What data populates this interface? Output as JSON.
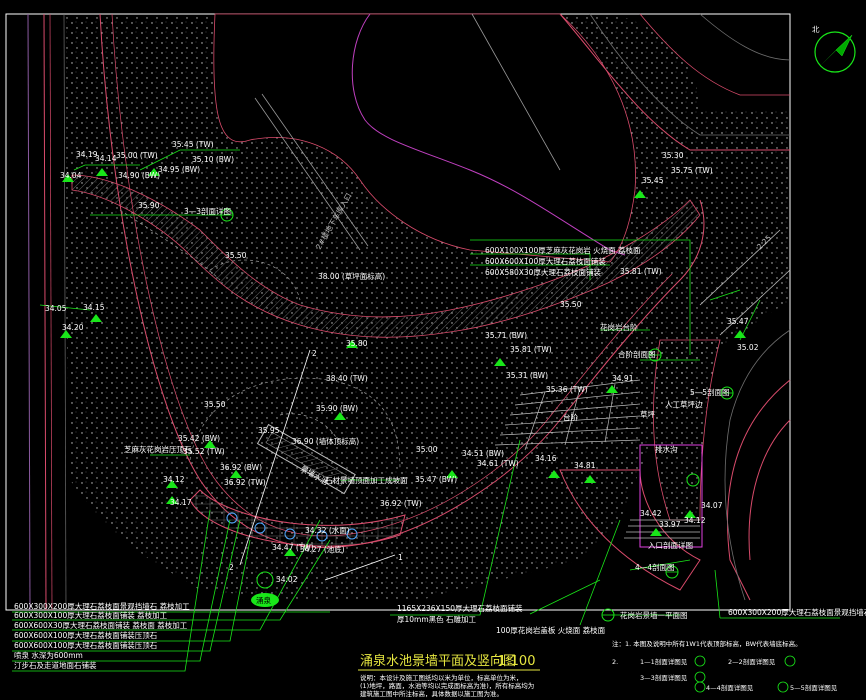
{
  "drawing": {
    "title": "涌泉水池景墙平面及竖向图",
    "scale": "1:100",
    "north": "北",
    "colors": {
      "background": "#000000",
      "frame": "#ffffff",
      "elevation": "#ffffff",
      "leader": "#19e619",
      "path_edge": "#d94b6b",
      "hatch": "#7a7a7a",
      "section": "#c080e0",
      "magenta_box": "#e040e0",
      "grass_dot": "#cfcfcf",
      "water": "#4fa8ff",
      "yellow_text": "#e6e640"
    }
  },
  "elevations": [
    {
      "id": "e1",
      "text": "34.19"
    },
    {
      "id": "e2",
      "text": "34.14"
    },
    {
      "id": "e3",
      "text": "34.04"
    },
    {
      "id": "e4",
      "text": "35.00 (TW)"
    },
    {
      "id": "e5",
      "text": "34.90 (BW)"
    },
    {
      "id": "e6",
      "text": "35.45 (TW)"
    },
    {
      "id": "e7",
      "text": "35.10 (BW)"
    },
    {
      "id": "e8",
      "text": "34.95 (BW)"
    },
    {
      "id": "e9",
      "text": "35.90"
    },
    {
      "id": "e10",
      "text": "35.50"
    },
    {
      "id": "e11",
      "text": "38.00 (草坪面标高)"
    },
    {
      "id": "e12",
      "text": "34.05"
    },
    {
      "id": "e13",
      "text": "34.15"
    },
    {
      "id": "e14",
      "text": "34.20"
    },
    {
      "id": "e15",
      "text": "35.80"
    },
    {
      "id": "e16",
      "text": "38.40 (TW)"
    },
    {
      "id": "e17",
      "text": "35.90 (BW)"
    },
    {
      "id": "e18",
      "text": "35.50"
    },
    {
      "id": "e19",
      "text": "35.95"
    },
    {
      "id": "e20",
      "text": "36.90 (墙体顶标高)"
    },
    {
      "id": "e21",
      "text": "35.42 (BW)"
    },
    {
      "id": "e22",
      "text": "35.52 (TW)"
    },
    {
      "id": "e23",
      "text": "36.92 (BW)"
    },
    {
      "id": "e24",
      "text": "36.92 (TW)"
    },
    {
      "id": "e25",
      "text": "34.12"
    },
    {
      "id": "e26",
      "text": "34.17"
    },
    {
      "id": "e27",
      "text": "34.32 (水面)"
    },
    {
      "id": "e28",
      "text": "34.47 (TW)"
    },
    {
      "id": "e29",
      "text": "34.27 (池底)"
    },
    {
      "id": "e30",
      "text": "34.02"
    },
    {
      "id": "e31",
      "text": "35.00"
    },
    {
      "id": "e32",
      "text": "35.47 (BW)"
    },
    {
      "id": "e33",
      "text": "36.92 (TW)"
    },
    {
      "id": "e34",
      "text": "34.51 (BW)"
    },
    {
      "id": "e35",
      "text": "34.61 (TW)"
    },
    {
      "id": "e36",
      "text": "34.16"
    },
    {
      "id": "e37",
      "text": "34.81"
    },
    {
      "id": "e38",
      "text": "35.71 (BW)"
    },
    {
      "id": "e39",
      "text": "35.81 (TW)"
    },
    {
      "id": "e40",
      "text": "35.31 (BW)"
    },
    {
      "id": "e41",
      "text": "35.36 (TW)"
    },
    {
      "id": "e42",
      "text": "35.50"
    },
    {
      "id": "e43",
      "text": "35.81 (TW)"
    },
    {
      "id": "e44",
      "text": "34.91"
    },
    {
      "id": "e45",
      "text": "35.30"
    },
    {
      "id": "e46",
      "text": "35.45"
    },
    {
      "id": "e47",
      "text": "35.75 (TW)"
    },
    {
      "id": "e48",
      "text": "35.47"
    },
    {
      "id": "e49",
      "text": "35.02"
    },
    {
      "id": "e50",
      "text": "34.42"
    },
    {
      "id": "e51",
      "text": "33.97"
    },
    {
      "id": "e52",
      "text": "34.07"
    },
    {
      "id": "e53",
      "text": "34.12"
    }
  ],
  "callouts": [
    {
      "id": "c1",
      "text": "600X100X100厚芝麻灰花岗岩 火烧面 荔枝面"
    },
    {
      "id": "c2",
      "text": "600X600X100厚大理石荔枝面铺装"
    },
    {
      "id": "c3",
      "text": "600X580X30厚大理石荔枝面铺装"
    },
    {
      "id": "c4",
      "text": "3—3剖面详图"
    },
    {
      "id": "c5",
      "text": "芝麻灰花岗岩压顶石"
    },
    {
      "id": "c6",
      "text": "石材景墙顶面加工成坡面"
    },
    {
      "id": "c7",
      "text": "景墙水池"
    },
    {
      "id": "c8",
      "text": "2#楼地下车库入口"
    },
    {
      "id": "c9",
      "text": "合阶剖面图"
    },
    {
      "id": "c10",
      "text": "5—5剖面图"
    },
    {
      "id": "c11",
      "text": "人工草坪边"
    },
    {
      "id": "c12",
      "text": "花岗岩台阶"
    },
    {
      "id": "c13",
      "text": "草坪"
    },
    {
      "id": "c14",
      "text": "排水沟"
    },
    {
      "id": "c15",
      "text": "4—4剖面图"
    },
    {
      "id": "c16",
      "text": "入口剖面详图"
    },
    {
      "id": "c17",
      "text": "台阶"
    },
    {
      "id": "c18",
      "text": "花岗岩景墙一平面图"
    },
    {
      "id": "c19",
      "text": "1165X236X150厚大理石荔枝面铺装"
    },
    {
      "id": "c20",
      "text": "厚10mm黑色 石雕加工"
    },
    {
      "id": "c21",
      "text": "100厚花岗岩盖板 火烧面 荔枝面"
    },
    {
      "id": "c22",
      "text": "600X300X200厚大理石荔枝面景观挡墙石"
    }
  ],
  "legend_left": [
    "600X300X200厚大理石荔枝面景观挡墙石  荔枝加工",
    "600X300X100厚大理石荔枝面铺装  荔枝加工",
    "600X600X30厚大理石荔枝面铺装  荔枝面  荔枝加工",
    "600X600X100厚大理石荔枝面铺装压顶石",
    "600X600X100厚大理石荔枝面铺装压顶石",
    "喷泉  水深为600mm",
    "汀步石及走道地面石铺装"
  ],
  "notes_left": [
    "说明：本设计及施工图纸均以米为单位，标高单位为米，",
    "(1)地坪，路面，水池等均以完成面标高为准)，所有标高均为",
    "建筑施工图中所注标高，具体数据以施工图为准。"
  ],
  "notes_right": [
    "注：1. 本图及说明中所有1W1代表顶部标高，BW代表墙底标高。",
    "2.",
    "1—1剖面详图见",
    "2—2剖面详图见",
    "3—3剖面详图见",
    "4—4剖面详图见",
    "5—5剖面详图见"
  ],
  "section_markers": [
    {
      "id": "s1",
      "num": "1"
    },
    {
      "id": "s2",
      "num": "2"
    },
    {
      "id": "s2b",
      "num": "2"
    }
  ],
  "dimension_label": "2.25",
  "stamp": "涌泉"
}
